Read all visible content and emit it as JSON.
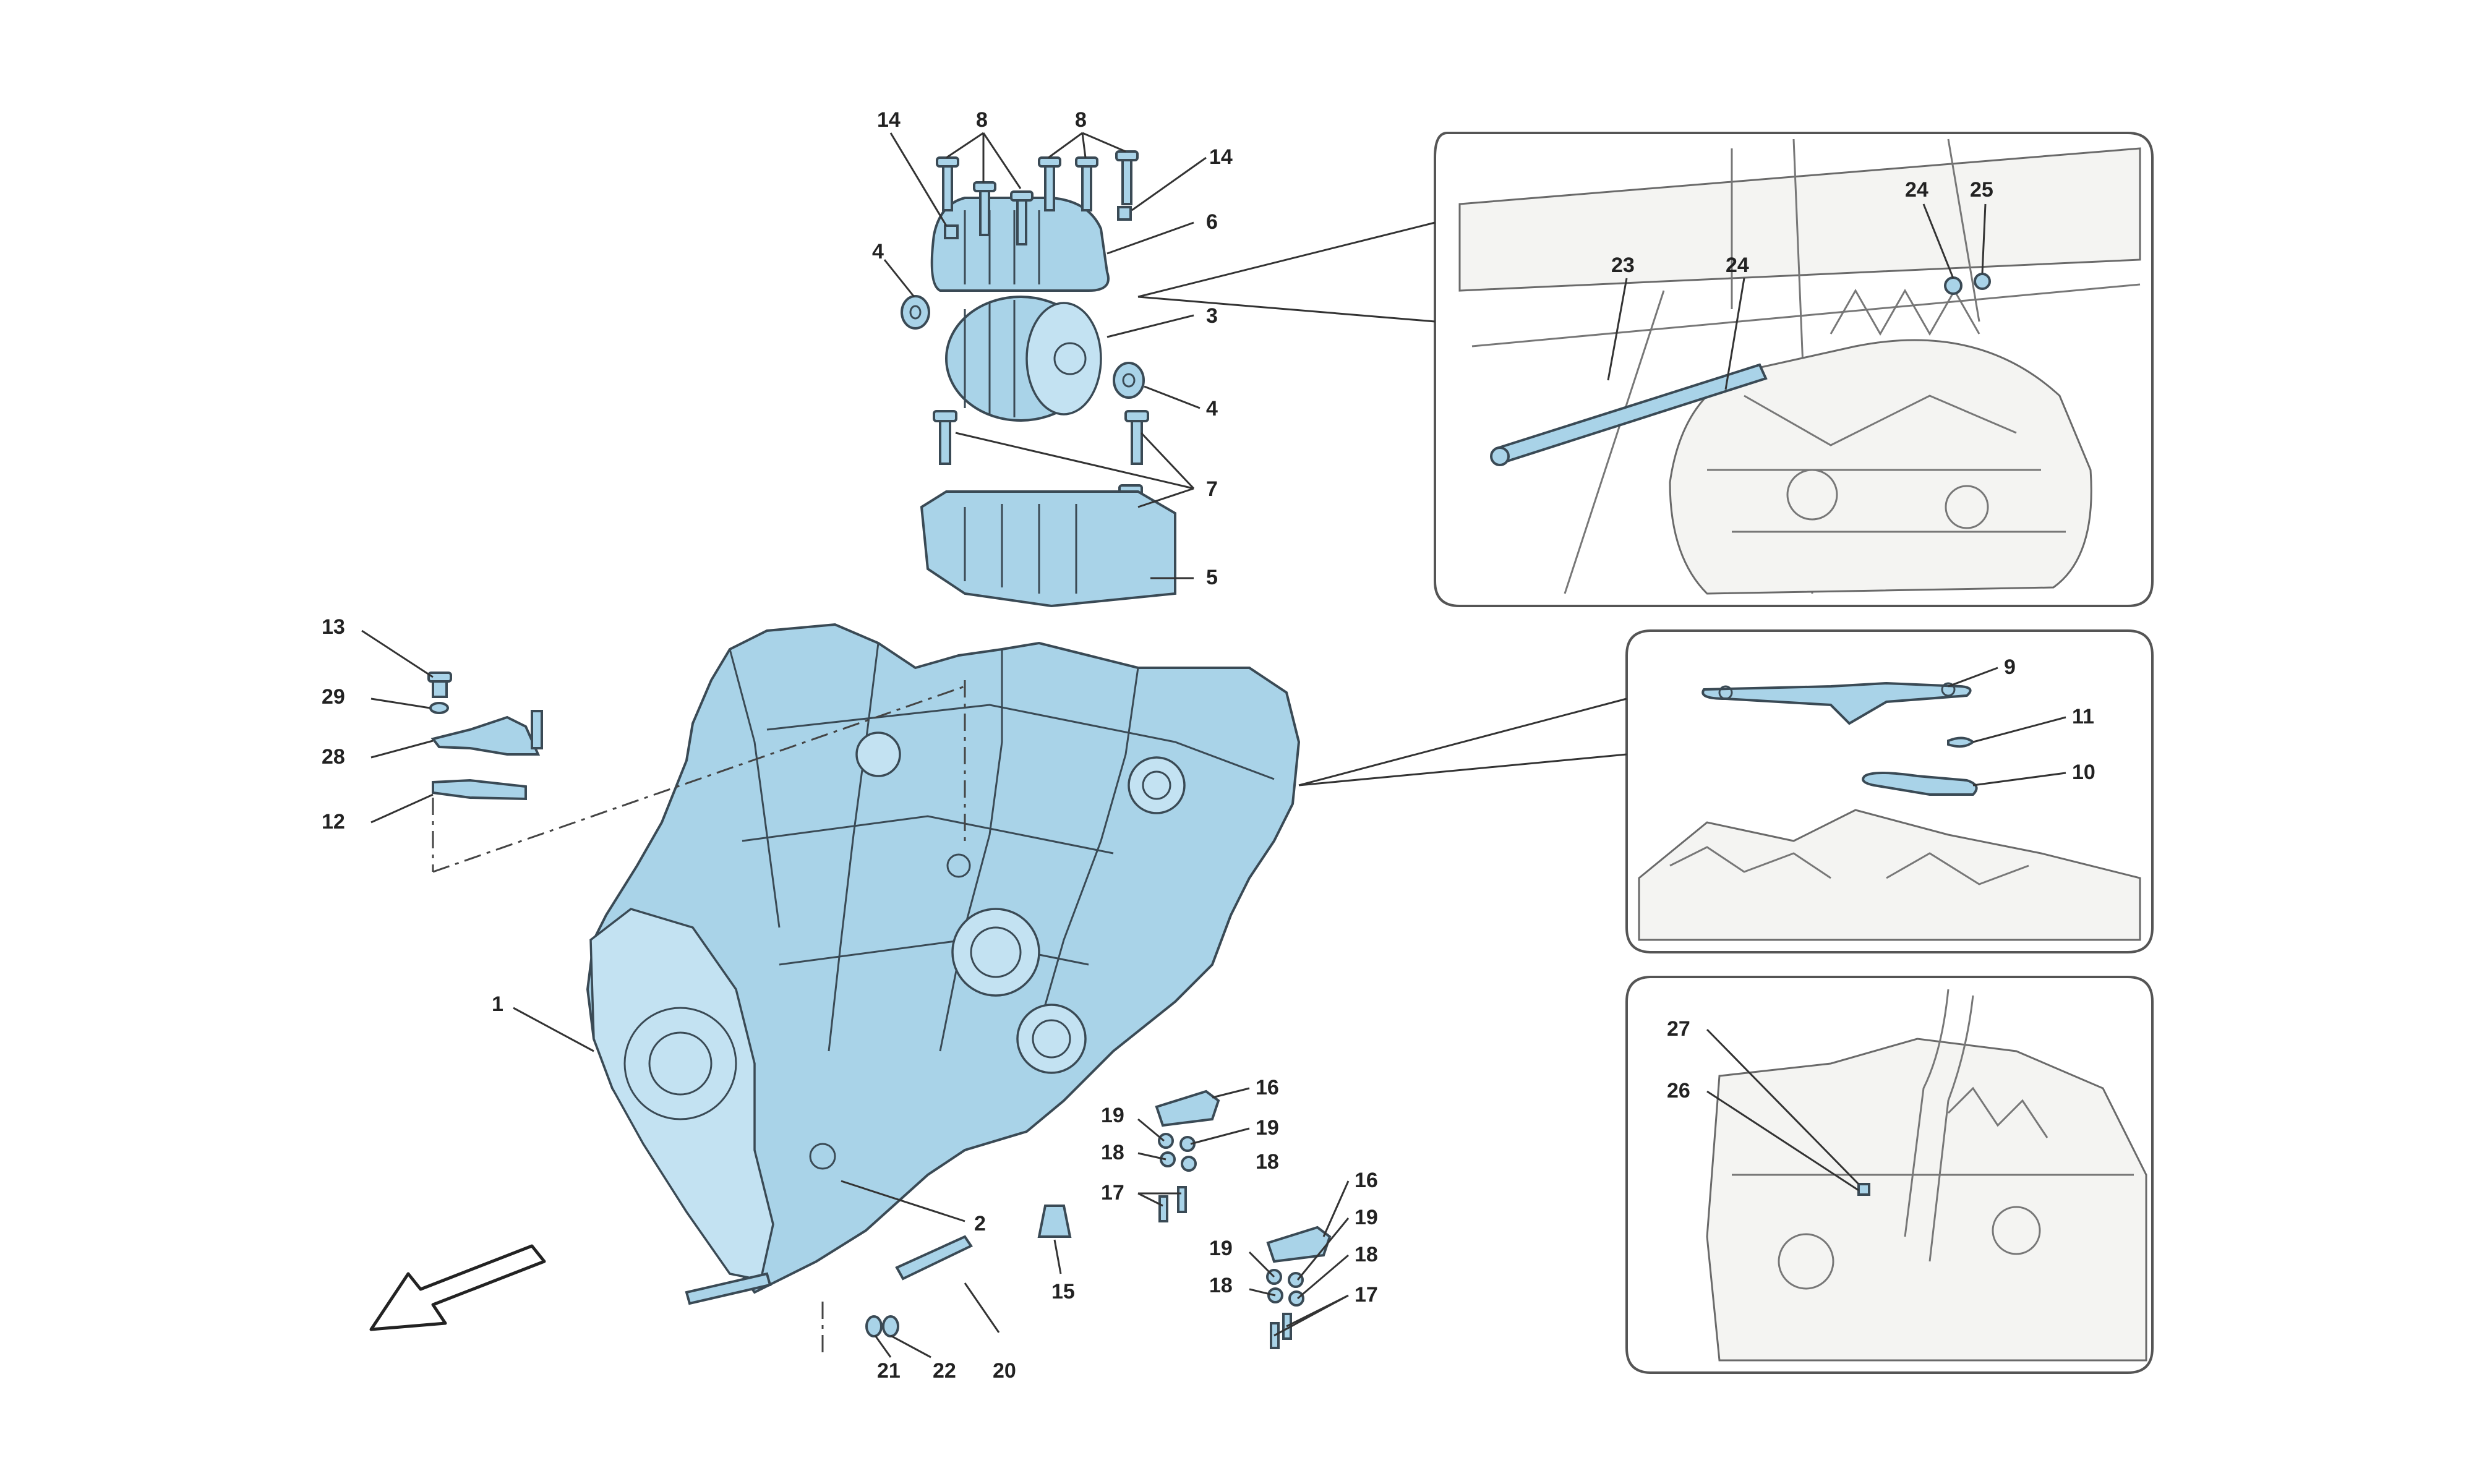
{
  "callouts": {
    "c1": "1",
    "c2": "2",
    "c3": "3",
    "c4a": "4",
    "c4b": "4",
    "c5": "5",
    "c6": "6",
    "c7": "7",
    "c8a": "8",
    "c8b": "8",
    "c9": "9",
    "c10": "10",
    "c11": "11",
    "c12": "12",
    "c13": "13",
    "c14a": "14",
    "c14b": "14",
    "c15": "15",
    "c16a": "16",
    "c16b": "16",
    "c17a": "17",
    "c17b": "17",
    "c18a": "18",
    "c18b": "18",
    "c18c": "18",
    "c18d": "18",
    "c19a": "19",
    "c19b": "19",
    "c19c": "19",
    "c19d": "19",
    "c20": "20",
    "c21": "21",
    "c22": "22",
    "c23": "23",
    "c24a": "24",
    "c24b": "24",
    "c25": "25",
    "c26": "26",
    "c27": "27",
    "c28": "28",
    "c29": "29"
  },
  "colors": {
    "part_fill": "#a9d3e8",
    "part_outline": "#3a4a55",
    "sketch": "#f4f4f2",
    "frame": "#555555"
  },
  "icons": {
    "direction": "direction-arrow-icon"
  }
}
